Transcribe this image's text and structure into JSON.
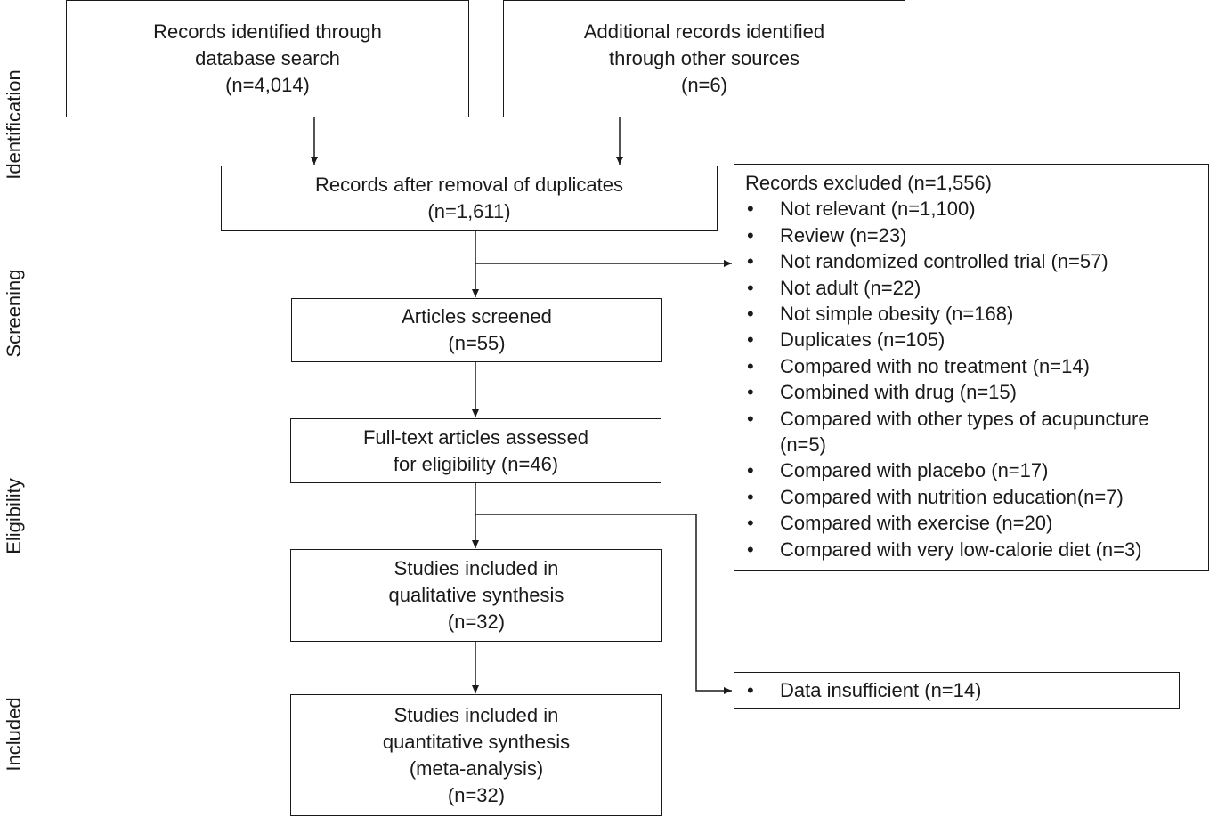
{
  "stages": {
    "identification": "Identification",
    "screening": "Screening",
    "eligibility": "Eligibility",
    "included": "Included"
  },
  "boxes": {
    "database": {
      "line1": "Records identified through",
      "line2": "database search",
      "line3": "(n=4,014)"
    },
    "other_sources": {
      "line1": "Additional records identified",
      "line2": "through other sources",
      "line3": "(n=6)"
    },
    "after_duplicates": {
      "line1": "Records after removal of duplicates",
      "line2": "(n=1,611)"
    },
    "screened": {
      "line1": "Articles screened",
      "line2": "(n=55)"
    },
    "fulltext": {
      "line1": "Full-text articles assessed",
      "line2": "for eligibility (n=46)"
    },
    "qualitative": {
      "line1": "Studies included in",
      "line2": "qualitative synthesis",
      "line3": "(n=32)"
    },
    "quantitative": {
      "line1": "Studies included in",
      "line2": "quantitative synthesis",
      "line3": "(meta-analysis)",
      "line4": "(n=32)"
    }
  },
  "excluded": {
    "title": "Records excluded (n=1,556)",
    "items": [
      "Not relevant (n=1,100)",
      "Review (n=23)",
      "Not randomized controlled trial (n=57)",
      "Not adult (n=22)",
      "Not simple obesity (n=168)",
      "Duplicates (n=105)",
      "Compared with no treatment (n=14)",
      "Combined with drug (n=15)",
      "Compared with other types of acupuncture (n=5)",
      "Compared with placebo (n=17)",
      "Compared with nutrition education(n=7)",
      "Compared with exercise (n=20)",
      "Compared with very low-calorie diet (n=3)"
    ]
  },
  "insufficient": {
    "items": [
      "Data insufficient (n=14)"
    ]
  }
}
